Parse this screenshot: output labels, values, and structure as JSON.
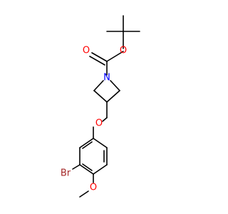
{
  "molecule": {
    "colors": {
      "background": "#ffffff",
      "bond": "#000000",
      "oxygen": "#ff0000",
      "nitrogen": "#0000ff",
      "bromine": "#a52a2a"
    },
    "atoms": {
      "o_ester": {
        "label": "O",
        "element": "oxygen"
      },
      "o_carbonyl": {
        "label": "O",
        "element": "oxygen"
      },
      "n_azetidine": {
        "label": "N",
        "element": "nitrogen"
      },
      "o_ether": {
        "label": "O",
        "element": "oxygen"
      },
      "br": {
        "label": "Br",
        "element": "bromine"
      },
      "o_methoxy": {
        "label": "O",
        "element": "oxygen"
      }
    }
  }
}
